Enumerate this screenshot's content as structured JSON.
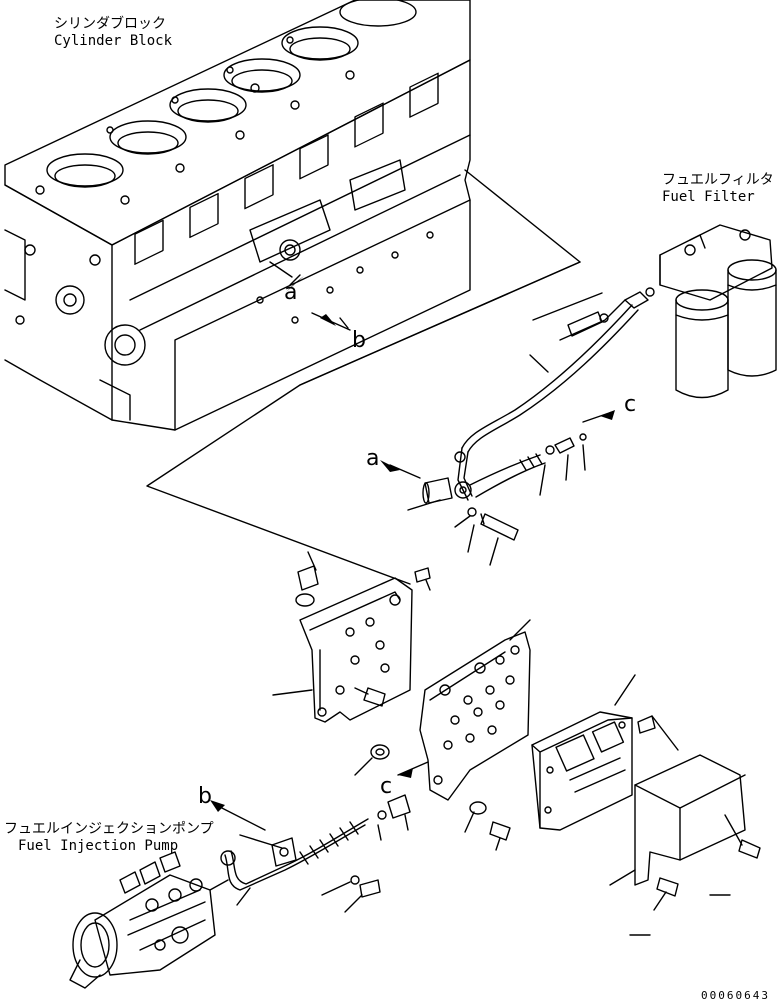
{
  "labels": {
    "cylinder_block_jp": "シリンダブロック",
    "cylinder_block_en": "Cylinder Block",
    "fuel_filter_jp": "フュエルフィルタ",
    "fuel_filter_en": "Fuel Filter",
    "fuel_injection_pump_jp": "フュエルインジェクションポンプ",
    "fuel_injection_pump_en": "Fuel Injection Pump"
  },
  "callouts": {
    "a_upper": "a",
    "b_upper": "b",
    "c_upper": "c",
    "a_lower": "a",
    "b_lower": "b",
    "c_lower": "c"
  },
  "drawing_number": "00060643"
}
